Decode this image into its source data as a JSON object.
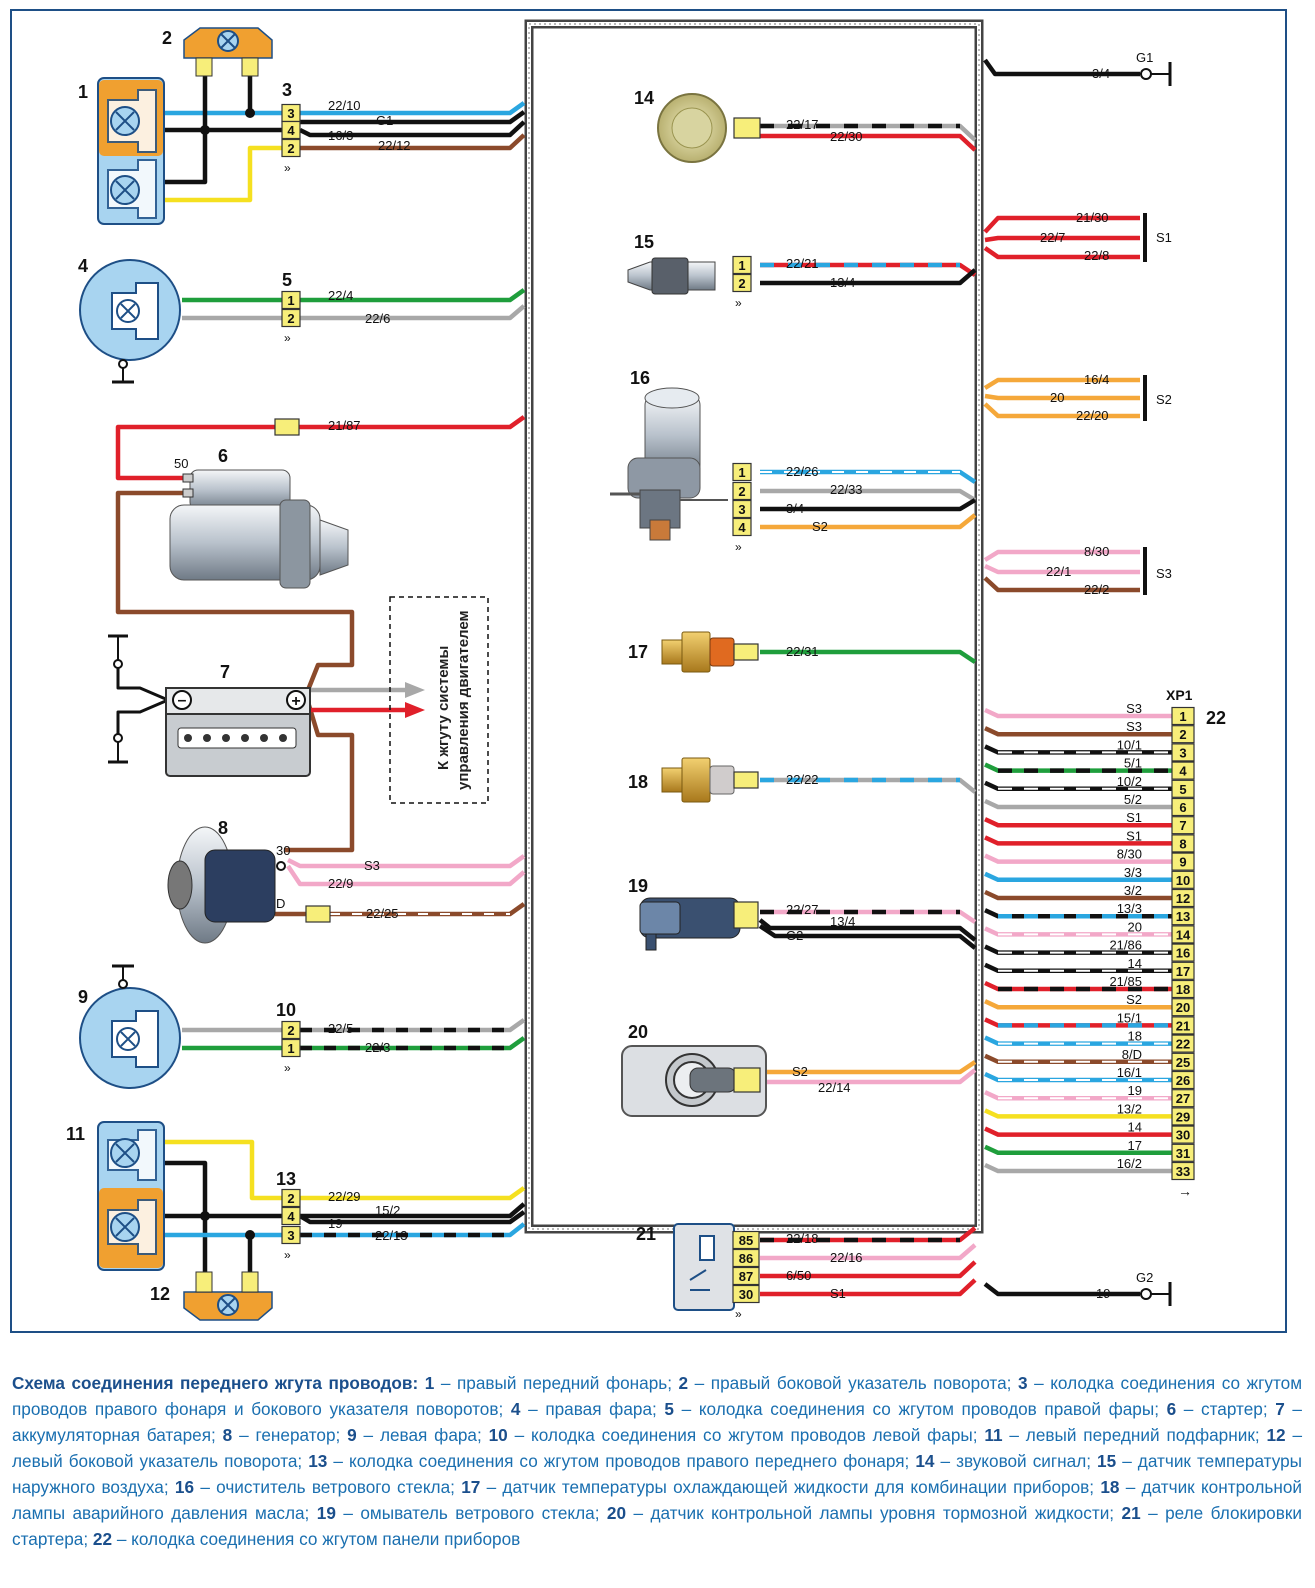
{
  "components": {
    "c1": "1",
    "c2": "2",
    "c3": "3",
    "c4": "4",
    "c5": "5",
    "c6": "6",
    "c7": "7",
    "c8": "8",
    "c9": "9",
    "c10": "10",
    "c11": "11",
    "c12": "12",
    "c13": "13",
    "c14": "14",
    "c15": "15",
    "c16": "16",
    "c17": "17",
    "c18": "18",
    "c19": "19",
    "c20": "20",
    "c21": "21",
    "c22": "22",
    "xp1": "XP1"
  },
  "wires": {
    "w22_10": "22/10",
    "wG1": "G1",
    "w16_3": "16/3",
    "w22_12": "22/12",
    "w22_4": "22/4",
    "w22_6": "22/6",
    "w21_87": "21/87",
    "w50": "50",
    "w30": "30",
    "wS3_8": "S3",
    "w22_9": "22/9",
    "wD": "D",
    "w22_25": "22/25",
    "w22_5": "22/5",
    "w22_3": "22/3",
    "w22_29": "22/29",
    "w15_2": "15/2",
    "w19_13": "19",
    "w22_13": "22/13",
    "w22_17": "22/17",
    "w22_30": "22/30",
    "w22_21": "22/21",
    "w13_4_15": "13/4",
    "w22_26": "22/26",
    "w22_33": "22/33",
    "w3_4_16": "3/4",
    "wS2_16": "S2",
    "w22_31": "22/31",
    "w22_22": "22/22",
    "w22_27": "22/27",
    "w13_4_19": "13/4",
    "wG2_19": "G2",
    "wS2_20": "S2",
    "w22_14": "22/14",
    "w22_18": "22/18",
    "w22_16": "22/16",
    "w6_50": "6/50",
    "wS1_21": "S1",
    "r3_4": "3/4",
    "rG1": "G1",
    "s1_a": "21/30",
    "s1_b": "22/7",
    "s1_c": "22/8",
    "s1": "S1",
    "s2_a": "16/4",
    "s2_b": "20",
    "s2_c": "22/20",
    "s2": "S2",
    "s3_a": "8/30",
    "s3_b": "22/1",
    "s3_c": "22/2",
    "s3": "S3",
    "r19": "19",
    "rG2": "G2"
  },
  "pins": {
    "p3": [
      "3",
      "4",
      "2"
    ],
    "p5": [
      "1",
      "2"
    ],
    "p10": [
      "2",
      "1"
    ],
    "p13": [
      "2",
      "4",
      "3"
    ],
    "p15": [
      "1",
      "2"
    ],
    "p16": [
      "1",
      "2",
      "3",
      "4"
    ],
    "p21": [
      "85",
      "86",
      "87",
      "30"
    ]
  },
  "xp1_rows": [
    {
      "pin": "1",
      "label": "S3"
    },
    {
      "pin": "2",
      "label": "S3"
    },
    {
      "pin": "3",
      "label": "10/1"
    },
    {
      "pin": "4",
      "label": "5/1"
    },
    {
      "pin": "5",
      "label": "10/2"
    },
    {
      "pin": "6",
      "label": "5/2"
    },
    {
      "pin": "7",
      "label": "S1"
    },
    {
      "pin": "8",
      "label": "S1"
    },
    {
      "pin": "9",
      "label": "8/30"
    },
    {
      "pin": "10",
      "label": "3/3"
    },
    {
      "pin": "12",
      "label": "3/2"
    },
    {
      "pin": "13",
      "label": "13/3"
    },
    {
      "pin": "14",
      "label": "20"
    },
    {
      "pin": "16",
      "label": "21/86"
    },
    {
      "pin": "17",
      "label": "14"
    },
    {
      "pin": "18",
      "label": "21/85"
    },
    {
      "pin": "20",
      "label": "S2"
    },
    {
      "pin": "21",
      "label": "15/1"
    },
    {
      "pin": "22",
      "label": "18"
    },
    {
      "pin": "25",
      "label": "8/D"
    },
    {
      "pin": "26",
      "label": "16/1"
    },
    {
      "pin": "27",
      "label": "19"
    },
    {
      "pin": "29",
      "label": "13/2"
    },
    {
      "pin": "30",
      "label": "14"
    },
    {
      "pin": "31",
      "label": "17"
    },
    {
      "pin": "33",
      "label": "16/2"
    }
  ],
  "engine_harness_note": [
    "К жгуту системы",
    "управления двигателем"
  ],
  "caption": [
    {
      "b": "Схема соединения переднего жгута проводов: "
    },
    {
      "b": "1"
    },
    {
      "t": " – правый передний фонарь; "
    },
    {
      "b": "2"
    },
    {
      "t": " – правый боковой указатель поворота; "
    },
    {
      "b": "3"
    },
    {
      "t": " – колодка соединения со жгутом проводов правого фонаря и бокового указателя поворотов; "
    },
    {
      "b": "4"
    },
    {
      "t": " – правая фара; "
    },
    {
      "b": "5"
    },
    {
      "t": " – колодка соединения со жгутом проводов правой фары; "
    },
    {
      "b": "6"
    },
    {
      "t": " – стартер; "
    },
    {
      "b": "7"
    },
    {
      "t": " – аккумуляторная батарея; "
    },
    {
      "b": "8"
    },
    {
      "t": " – генератор; "
    },
    {
      "b": "9"
    },
    {
      "t": " – левая фара; "
    },
    {
      "b": "10"
    },
    {
      "t": " – колодка соединения со жгутом проводов левой фары; "
    },
    {
      "b": "11"
    },
    {
      "t": " – левый передний подфарник; "
    },
    {
      "b": "12"
    },
    {
      "t": " – левый боковой указатель поворота; "
    },
    {
      "b": "13"
    },
    {
      "t": " – колодка соединения со жгутом проводов правого переднего фонаря; "
    },
    {
      "b": "14"
    },
    {
      "t": " – звуковой сигнал; "
    },
    {
      "b": "15"
    },
    {
      "t": " – датчик температуры наружного воздуха; "
    },
    {
      "b": "16"
    },
    {
      "t": " – очиститель ветрового стекла; "
    },
    {
      "b": "17"
    },
    {
      "t": " – датчик температуры охлаждающей жидкости для комбинации приборов; "
    },
    {
      "b": "18"
    },
    {
      "t": " – датчик контрольной лампы аварийного давления масла; "
    },
    {
      "b": "19"
    },
    {
      "t": " – омыватель ветрового стекла; "
    },
    {
      "b": "20"
    },
    {
      "t": " – датчик контрольной лампы уровня тормозной жидкости; "
    },
    {
      "b": "21"
    },
    {
      "t": " – реле блокировки стартера; "
    },
    {
      "b": "22"
    },
    {
      "t": " – колодка соединения со жгутом панели приборов"
    }
  ],
  "colors": {
    "blue": "#2aa6e0",
    "black": "#111111",
    "brown": "#8b4a2b",
    "green": "#1f9e3c",
    "grey": "#a8a8a8",
    "red": "#e0202a",
    "pink": "#f2a8c8",
    "yellow": "#f5e020",
    "orange": "#f5a83a",
    "frame": "#1e4f86",
    "connector": "#f7ee7a",
    "lamp_orange": "#f0a030",
    "lamp_blue": "#a8d4f0"
  }
}
